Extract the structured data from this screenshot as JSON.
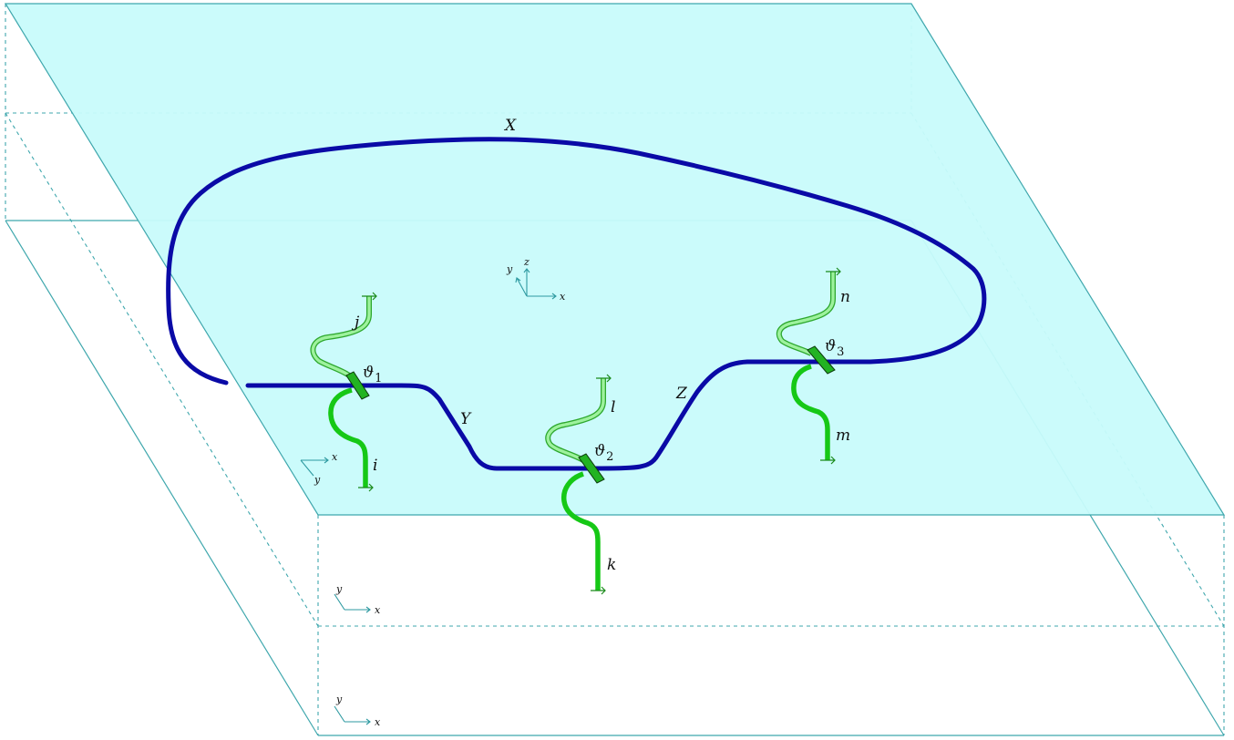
{
  "diagram": {
    "colors": {
      "plane_fill": "#c8fbfb",
      "box_edge": "#3fa7ad",
      "loop": "#0a0aa6",
      "leg_dark": "#16c816",
      "leg_light": "#9df29d"
    },
    "loop_labels": {
      "x": "X",
      "y": "Y",
      "z": "Z"
    },
    "vertices": [
      {
        "symbol": "ϑ",
        "index": "1"
      },
      {
        "symbol": "ϑ",
        "index": "2"
      },
      {
        "symbol": "ϑ",
        "index": "3"
      }
    ],
    "leg_labels": {
      "i": "i",
      "j": "j",
      "k": "k",
      "l": "l",
      "m": "m",
      "n": "n"
    },
    "axes": {
      "top_frame": {
        "x": "x",
        "y": "y",
        "z": "z"
      },
      "upper_left": {
        "x": "x",
        "y": "y"
      },
      "middle_layer": {
        "x": "x",
        "y": "y"
      },
      "bottom_layer": {
        "x": "x",
        "y": "y"
      }
    }
  }
}
